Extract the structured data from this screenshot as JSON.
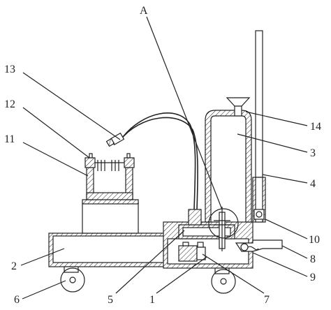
{
  "labels": {
    "A": "A",
    "n1": "1",
    "n2": "2",
    "n3": "3",
    "n4": "4",
    "n5": "5",
    "n6": "6",
    "n7": "7",
    "n8": "8",
    "n9": "9",
    "n10": "10",
    "n11": "11",
    "n12": "12",
    "n13": "13",
    "n14": "14"
  },
  "colors": {
    "line": "#222222",
    "background": "#ffffff"
  }
}
